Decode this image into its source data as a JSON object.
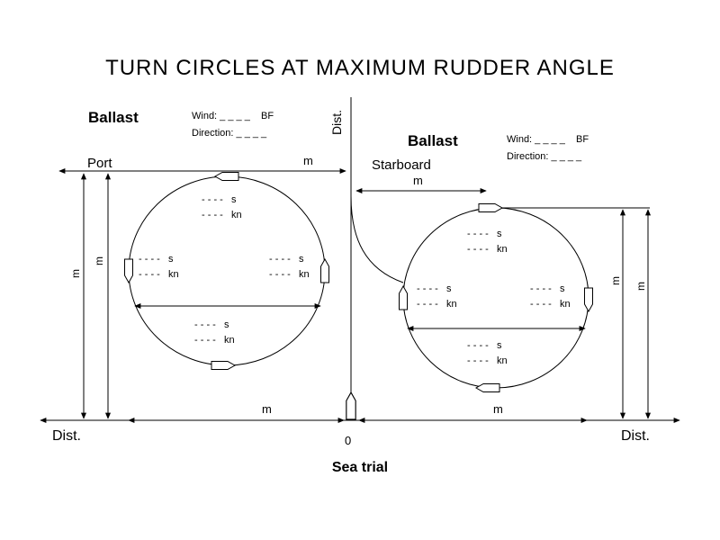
{
  "colors": {
    "background": "#ffffff",
    "line": "#000000"
  },
  "title": "TURN CIRCLES AT MAXIMUM RUDDER ANGLE",
  "caption": "Sea trial",
  "origin_label": "0",
  "axis": {
    "top_vertical_label": "Dist.",
    "bottom_left_label": "Dist.",
    "bottom_right_label": "Dist."
  },
  "port": {
    "condition": "Ballast",
    "side": "Port",
    "wind_field": "Wind: _ _ _ _    BF",
    "direction_field": "Direction: _ _ _ _",
    "dims": {
      "advance": "m",
      "bottom": "m",
      "vertical_inner": "m",
      "vertical_outer": "m"
    },
    "readings": {
      "top": {
        "time": "- - - -   s",
        "speed": "- - - -   kn"
      },
      "left": {
        "time": "- - - -   s",
        "speed": "- - - -   kn"
      },
      "right": {
        "time": "- - - -   s",
        "speed": "- - - -   kn"
      },
      "bottom": {
        "time": "- - - -   s",
        "speed": "- - - -   kn"
      }
    }
  },
  "starboard": {
    "condition": "Ballast",
    "side": "Starboard",
    "wind_field": "Wind: _ _ _ _    BF",
    "direction_field": "Direction: _ _ _ _",
    "dims": {
      "advance": "m",
      "bottom": "m",
      "vertical_inner": "m",
      "vertical_outer": "m"
    },
    "readings": {
      "top": {
        "time": "- - - -   s",
        "speed": "- - - -   kn"
      },
      "left": {
        "time": "- - - -   s",
        "speed": "- - - -   kn"
      },
      "right": {
        "time": "- - - -   s",
        "speed": "- - - -   kn"
      },
      "bottom": {
        "time": "- - - -   s",
        "speed": "- - - -   kn"
      }
    }
  }
}
